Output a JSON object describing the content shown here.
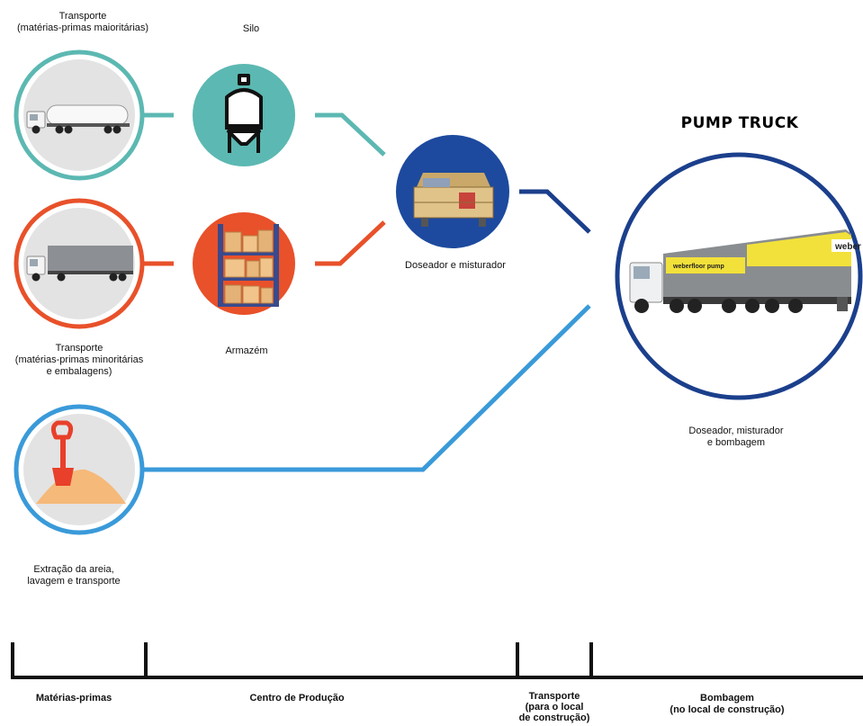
{
  "title": "PUMP TRUCK",
  "nodes": {
    "transport_major": {
      "label_line1": "Transporte",
      "label_line2": "(matérias-primas maioritárias)"
    },
    "silo": {
      "label": "Silo"
    },
    "transport_minor": {
      "label_line1": "Transporte",
      "label_line2": "(matérias-primas minoritárias",
      "label_line3": "e embalagens)"
    },
    "warehouse": {
      "label": "Armazém"
    },
    "doser_mixer": {
      "label": "Doseador e misturador"
    },
    "sand": {
      "label_line1": "Extração da areia,",
      "label_line2": "lavagem e transporte"
    },
    "pump_truck": {
      "label_line1": "Doseador, misturador",
      "label_line2": "e bombagem",
      "trailer_brand": "weber",
      "trailer_text": "weberfloor pump"
    }
  },
  "timeline": {
    "stages": [
      {
        "lines": [
          "Matérias-primas"
        ]
      },
      {
        "lines": [
          "Centro de Produção"
        ]
      },
      {
        "lines": [
          "Transporte",
          "(para o local",
          "de construção)"
        ]
      },
      {
        "lines": [
          "Bombagem",
          "(no local de construção)"
        ]
      }
    ]
  },
  "colors": {
    "teal": "#5cb8b2",
    "orange": "#e8512a",
    "blue": "#3a9ad9",
    "navy": "#1b3f8c",
    "grey_fill": "#e3e3e3",
    "weber_yellow": "#f2e13a"
  }
}
